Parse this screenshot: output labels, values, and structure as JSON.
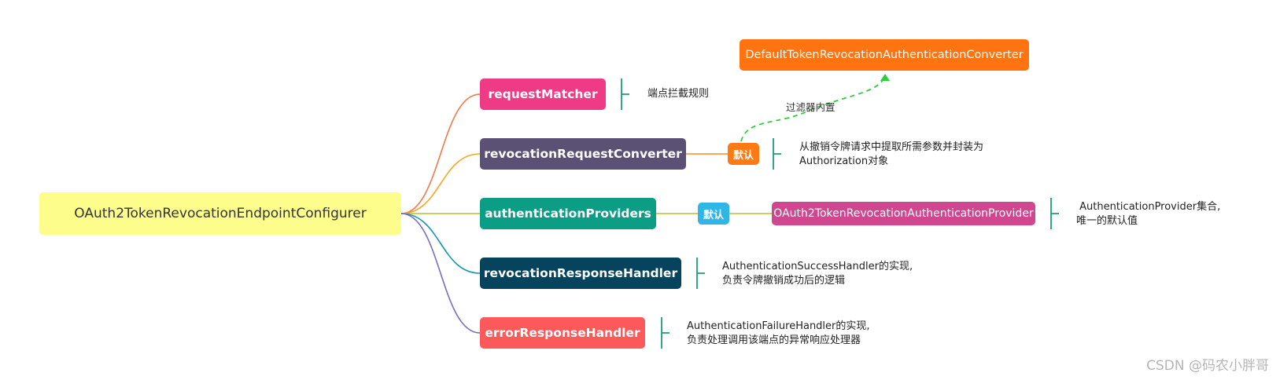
{
  "root": {
    "label": "OAuth2TokenRevocationEndpointConfigurer"
  },
  "children": [
    {
      "label": "requestMatcher",
      "note_lines": [
        "端点拦截规则"
      ]
    },
    {
      "label": "revocationRequestConverter",
      "tag": "默认",
      "note_lines": [
        "从撤销令牌请求中提取所需参数并封装为",
        "Authorization对象"
      ]
    },
    {
      "label": "authenticationProviders",
      "tag": "默认",
      "leaf": "OAuth2TokenRevocationAuthenticationProvider",
      "note_lines": [
        " AuthenticationProvider集合,",
        "唯一的默认值"
      ]
    },
    {
      "label": "revocationResponseHandler",
      "note_lines": [
        "AuthenticationSuccessHandler的实现,",
        "负责令牌撤销成功后的逻辑"
      ]
    },
    {
      "label": "errorResponseHandler",
      "note_lines": [
        "AuthenticationFailureHandler的实现,",
        "负责处理调用该端点的异常响应处理器"
      ]
    }
  ],
  "converter_default": {
    "label": "DefaultTokenRevocationAuthenticationConverter",
    "edge_label": "过滤器内置"
  },
  "watermark": "CSDN @码农小胖哥",
  "colors": {
    "root_bg": "#fdfd8c",
    "requestMatcher": "#ef3a86",
    "revocationRequestConverter": "#5b5175",
    "authenticationProviders": "#0b9e84",
    "revocationResponseHandler": "#05445c",
    "errorResponseHandler": "#fc5a5a",
    "default_tag_orange": "#ff7a12",
    "default_tag_blue": "#2fb6e6",
    "provider_leaf": "#d1478f",
    "converter_leaf": "#ff7410",
    "note_bracket": "#1a9e7a",
    "dashed_edge": "#2ecc40"
  }
}
